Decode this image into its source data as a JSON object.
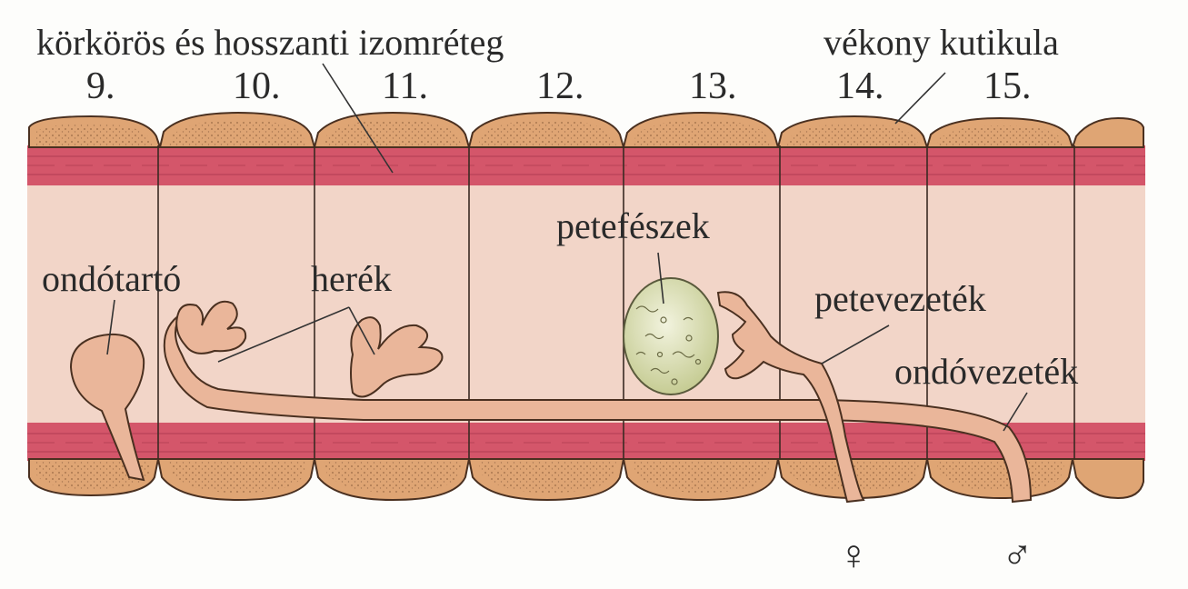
{
  "labels": {
    "muscle_layer": "körkörös és hosszanti izomréteg",
    "cuticle": "vékony kutikula",
    "ovary": "petefészek",
    "seminal_vesicle": "ondótartó",
    "testes": "herék",
    "oviduct": "petevezeték",
    "sperm_duct": "ondóvezeték",
    "female_symbol": "♀",
    "male_symbol": "♂"
  },
  "segments": [
    "9.",
    "10.",
    "11.",
    "12.",
    "13.",
    "14.",
    "15."
  ],
  "colors": {
    "background": "#fdfdfb",
    "body_cavity": "#f2d5c8",
    "muscle": "#d4566a",
    "muscle_line": "#b03c52",
    "skin_pad": "#dfa574",
    "skin_outline": "#4a3020",
    "organ": "#eab69a",
    "ovary": "#d7dcb0",
    "ovary_outline": "#5a5a3c"
  }
}
